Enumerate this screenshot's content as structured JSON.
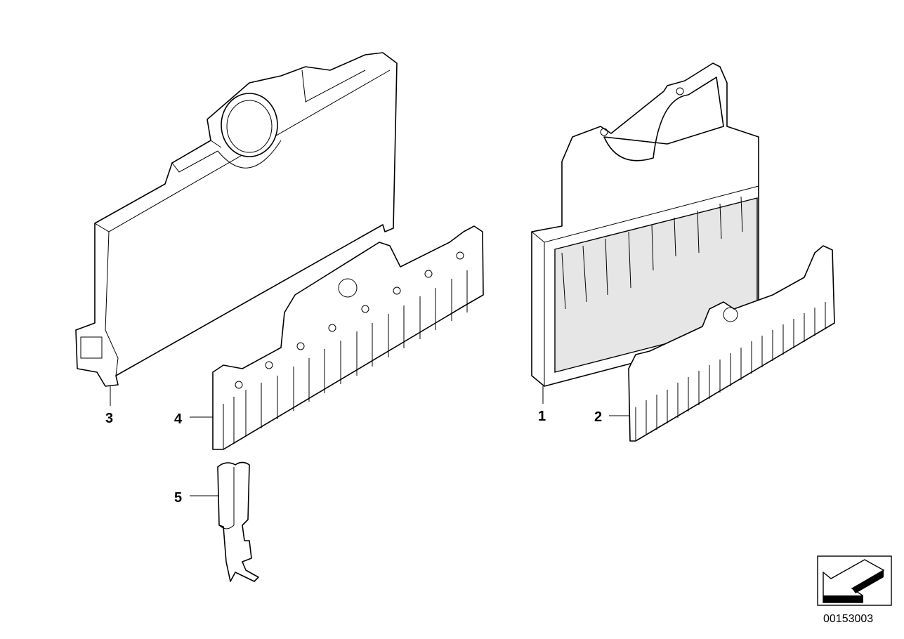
{
  "diagram": {
    "callouts": [
      {
        "number": "1",
        "part": "module-housing"
      },
      {
        "number": "2",
        "part": "contact-strip-small"
      },
      {
        "number": "3",
        "part": "housing-cover"
      },
      {
        "number": "4",
        "part": "contact-strip-large"
      },
      {
        "number": "5",
        "part": "terminal-contact"
      }
    ],
    "drawing_number": "00153003",
    "navigation_icon": "arrow-down-left-icon"
  }
}
